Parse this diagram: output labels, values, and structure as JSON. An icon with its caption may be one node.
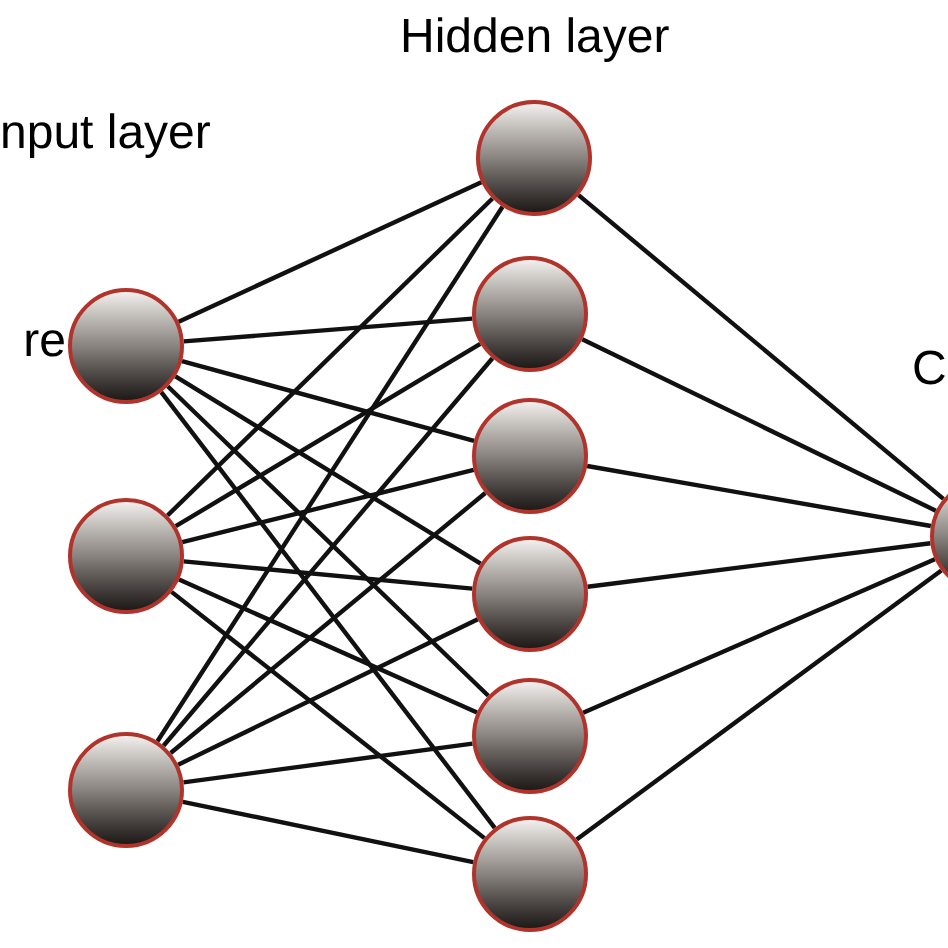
{
  "diagram": {
    "nodes": [
      {
        "text": [],
        "shape": "circle",
        "beside": [
          "re"
        ]
      },
      {
        "text": [],
        "shape": "circle"
      },
      {
        "text": [],
        "shape": "circle"
      },
      {
        "text": [],
        "shape": "circle"
      },
      {
        "text": [],
        "shape": "circle"
      },
      {
        "text": [],
        "shape": "circle"
      },
      {
        "text": [],
        "shape": "circle"
      },
      {
        "text": [],
        "shape": "circle"
      },
      {
        "text": [],
        "shape": "circle"
      },
      {
        "text": [],
        "shape": "circle"
      }
    ],
    "edges": [
      {
        "from": 0,
        "to": 3,
        "arrow": "none"
      },
      {
        "from": 0,
        "to": 4,
        "arrow": "none"
      },
      {
        "from": 0,
        "to": 5,
        "arrow": "none"
      },
      {
        "from": 0,
        "to": 6,
        "arrow": "none"
      },
      {
        "from": 0,
        "to": 7,
        "arrow": "none"
      },
      {
        "from": 0,
        "to": 8,
        "arrow": "none"
      },
      {
        "from": 1,
        "to": 3,
        "arrow": "none"
      },
      {
        "from": 1,
        "to": 4,
        "arrow": "none"
      },
      {
        "from": 1,
        "to": 5,
        "arrow": "none"
      },
      {
        "from": 1,
        "to": 6,
        "arrow": "none"
      },
      {
        "from": 1,
        "to": 7,
        "arrow": "none"
      },
      {
        "from": 1,
        "to": 8,
        "arrow": "none"
      },
      {
        "from": 2,
        "to": 3,
        "arrow": "none"
      },
      {
        "from": 2,
        "to": 4,
        "arrow": "none"
      },
      {
        "from": 2,
        "to": 5,
        "arrow": "none"
      },
      {
        "from": 2,
        "to": 6,
        "arrow": "none"
      },
      {
        "from": 2,
        "to": 7,
        "arrow": "none"
      },
      {
        "from": 2,
        "to": 8,
        "arrow": "none"
      },
      {
        "from": 3,
        "to": 9,
        "arrow": "none"
      },
      {
        "from": 4,
        "to": 9,
        "arrow": "none"
      },
      {
        "from": 5,
        "to": 9,
        "arrow": "none"
      },
      {
        "from": 6,
        "to": 9,
        "arrow": "none"
      },
      {
        "from": 7,
        "to": 9,
        "arrow": "none"
      },
      {
        "from": 8,
        "to": 9,
        "arrow": "none"
      }
    ],
    "labels": [
      "Hidden layer",
      "nput layer",
      "C"
    ]
  }
}
